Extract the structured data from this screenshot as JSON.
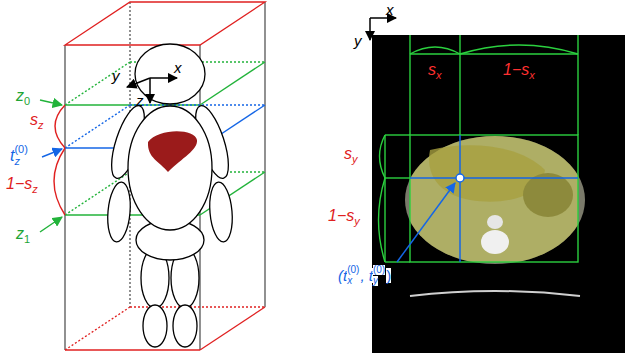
{
  "diagram": {
    "labels": [
      "y",
      "x",
      "z",
      "z",
      "0",
      "s",
      "z",
      "t",
      "z",
      "(0)",
      "1−s",
      "z",
      "z",
      "1",
      "x",
      "y",
      "s",
      "x",
      "1−s",
      "x",
      "s",
      "y",
      "1−s",
      "y",
      "(t",
      "x",
      "(0)",
      ", t",
      "y",
      "(0)",
      ")"
    ]
  }
}
